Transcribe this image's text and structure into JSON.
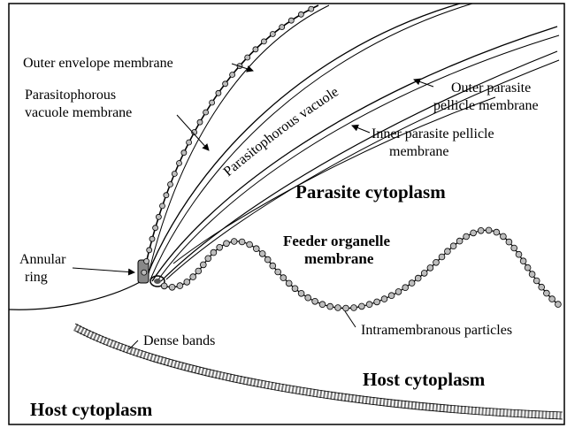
{
  "labels": {
    "outer_envelope": "Outer envelope membrane",
    "pv_membrane_1": "Parasitophorous",
    "pv_membrane_2": "vacuole membrane",
    "parasitophorous_vacuole": "Parasitophorous vacuole",
    "outer_pellicle_1": "Outer parasite",
    "outer_pellicle_2": "pellicle membrane",
    "inner_pellicle_1": "Inner parasite pellicle",
    "inner_pellicle_2": "membrane",
    "parasite_cytoplasm": "Parasite cytoplasm",
    "feeder_1": "Feeder organelle",
    "feeder_2": "membrane",
    "annular_1": "Annular",
    "annular_2": "ring",
    "dense_bands": "Dense bands",
    "intramembranous": "Intramembranous particles",
    "host_cytoplasm_right": "Host cytoplasm",
    "host_cytoplasm_left": "Host cytoplasm"
  },
  "colors": {
    "line": "#000000",
    "particle_fill": "#bdbdbd",
    "background": "#ffffff"
  }
}
